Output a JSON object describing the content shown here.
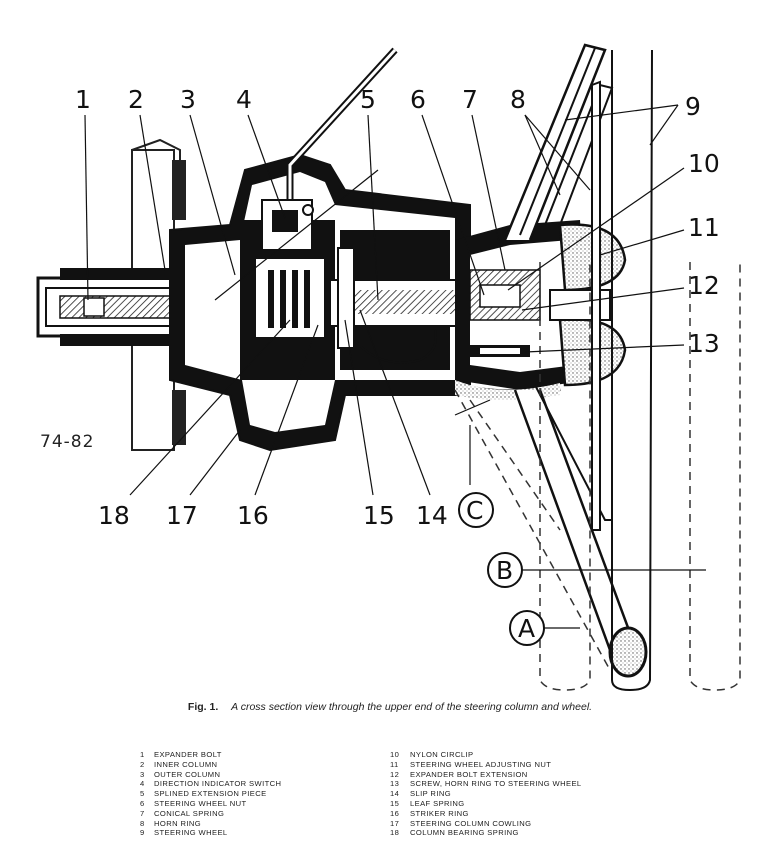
{
  "figure_ref": "74-82",
  "callouts": {
    "c1": "1",
    "c2": "2",
    "c3": "3",
    "c4": "4",
    "c5": "5",
    "c6": "6",
    "c7": "7",
    "c8": "8",
    "c9": "9",
    "c10": "10",
    "c11": "11",
    "c12": "12",
    "c13": "13",
    "c14": "14",
    "c15": "15",
    "c16": "16",
    "c17": "17",
    "c18": "18",
    "cA": "A",
    "cB": "B",
    "cC": "C"
  },
  "caption": {
    "label": "Fig. 1.",
    "text": "A cross section view through the upper end of the steering column and wheel."
  },
  "legend_left": [
    {
      "num": "1",
      "label": "Expander bolt"
    },
    {
      "num": "2",
      "label": "Inner column"
    },
    {
      "num": "3",
      "label": "Outer column"
    },
    {
      "num": "4",
      "label": "Direction indicator switch"
    },
    {
      "num": "5",
      "label": "Splined extension piece"
    },
    {
      "num": "6",
      "label": "Steering wheel nut"
    },
    {
      "num": "7",
      "label": "Conical spring"
    },
    {
      "num": "8",
      "label": "Horn ring"
    },
    {
      "num": "9",
      "label": "Steering wheel"
    }
  ],
  "legend_right": [
    {
      "num": "10",
      "label": "Nylon circlip"
    },
    {
      "num": "11",
      "label": "Steering wheel adjusting nut"
    },
    {
      "num": "12",
      "label": "Expander bolt extension"
    },
    {
      "num": "13",
      "label": "Screw, horn ring to steering wheel"
    },
    {
      "num": "14",
      "label": "Slip ring"
    },
    {
      "num": "15",
      "label": "Leaf spring"
    },
    {
      "num": "16",
      "label": "Striker ring"
    },
    {
      "num": "17",
      "label": "Steering column cowling"
    },
    {
      "num": "18",
      "label": "Column bearing spring"
    }
  ]
}
